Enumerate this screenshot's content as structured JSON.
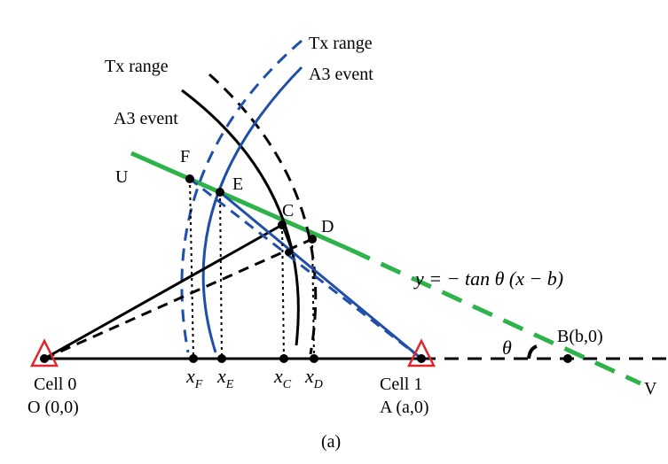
{
  "colors": {
    "black": "#000000",
    "blue": "#1f4fa8",
    "green": "#2db34a",
    "red": "#e0262b"
  },
  "curves": {
    "tx_range_black": "Tx range",
    "a3_event_black": "A3 event",
    "tx_range_blue": "Tx range",
    "a3_event_blue": "A3 event"
  },
  "points": {
    "F": "F",
    "E": "E",
    "C": "C",
    "D": "D",
    "U": "U",
    "V": "V"
  },
  "x_axis": {
    "xF": "x",
    "xF_sub": "F",
    "xE": "x",
    "xE_sub": "E",
    "xC": "x",
    "xC_sub": "C",
    "xD": "x",
    "xD_sub": "D"
  },
  "cells": {
    "cell0_name": "Cell 0",
    "cell0_coord": "O (0,0)",
    "cell1_name": "Cell 1",
    "cell1_coord": "A (a,0)"
  },
  "line_equation": "y = − tan θ (x − b)",
  "point_B": "B(b,0)",
  "angle_label": "θ",
  "caption": "(a)"
}
